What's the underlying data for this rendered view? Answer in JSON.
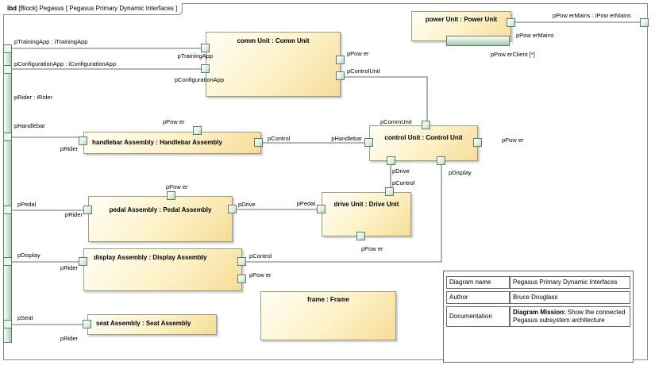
{
  "diagram": {
    "frame_title_prefix": "ibd",
    "frame_title_rest": "[Block] Pegasus [ Pegasus Primary Dynamic Interfaces ]"
  },
  "blocks": {
    "comm": "comm Unit : Comm Unit",
    "power": "power Unit : Power Unit",
    "handlebar": "handlebar Assembly : Handlebar Assembly",
    "control": "control Unit : Control Unit",
    "pedal": "pedal Assembly : Pedal Assembly",
    "drive": "drive Unit : Drive Unit",
    "display": "display Assembly : Display Assembly",
    "frame": "frame : Frame",
    "seat": "seat Assembly : Seat Assembly"
  },
  "ports": {
    "frame_training": "pTrainingApp : iTrainingApp",
    "frame_configuration": "pConfigurationApp : iConfigurationApp",
    "frame_rider": "pRider : iRider",
    "frame_handlebar": "pHandlebar",
    "frame_pedal": "pPedal",
    "frame_display": "pDisplay",
    "frame_seat": "pSeat",
    "frame_powermains": "pPow erMains : iPow erMains",
    "comm_training": "pTrainingApp",
    "comm_configuration": "pConfigurationApp",
    "comm_power": "pPow er",
    "comm_control": "pControlUnit",
    "power_mains": "pPow erMains",
    "power_client": "pPow erClient [*]",
    "hb_power": "pPow er",
    "hb_rider": "pRider",
    "hb_control": "pControl",
    "cu_comm": "pCommUnit",
    "cu_handlebar": "pHandlebar",
    "cu_power": "pPow er",
    "cu_drive": "pDrive",
    "cu_display": "pDisplay",
    "pedal_power": "pPow er",
    "pedal_rider": "pRider",
    "pedal_drive": "pDrive",
    "drive_control": "pControl",
    "drive_pedal": "pPedal",
    "drive_power": "pPow er",
    "display_rider": "pRider",
    "display_control": "pControl",
    "display_power": "pPow er",
    "seat_rider": "pRider"
  },
  "info": {
    "name_label": "Diagram name",
    "name_value": "Pegasus Primary Dynamic Interfaces",
    "author_label": "Author",
    "author_value": "Bruce Douglass",
    "doc_label": "Documentation",
    "doc_bold": "Diagram Mission:",
    "doc_value": " Show the connected Pegasus subsystem architecture"
  }
}
